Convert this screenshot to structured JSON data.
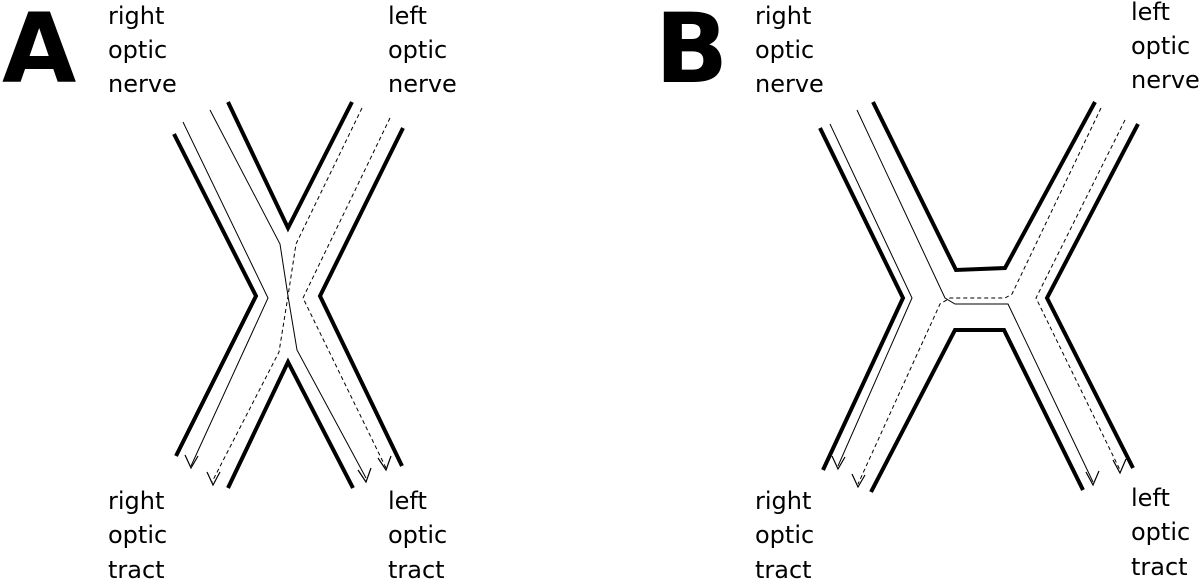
{
  "panels": [
    {
      "letter": "A",
      "top_left_label": [
        "right",
        "optic",
        "nerve"
      ],
      "top_right_label": [
        "left",
        "optic",
        "nerve"
      ],
      "bottom_left_label": [
        "right",
        "optic",
        "tract"
      ],
      "bottom_right_label": [
        "left",
        "optic",
        "tract"
      ]
    },
    {
      "letter": "B",
      "top_left_label": [
        "right",
        "optic",
        "nerve"
      ],
      "top_right_label": [
        "left",
        "optic",
        "nerve"
      ],
      "bottom_left_label": [
        "right",
        "optic",
        "tract"
      ],
      "bottom_right_label": [
        "left",
        "optic",
        "tract"
      ]
    }
  ]
}
